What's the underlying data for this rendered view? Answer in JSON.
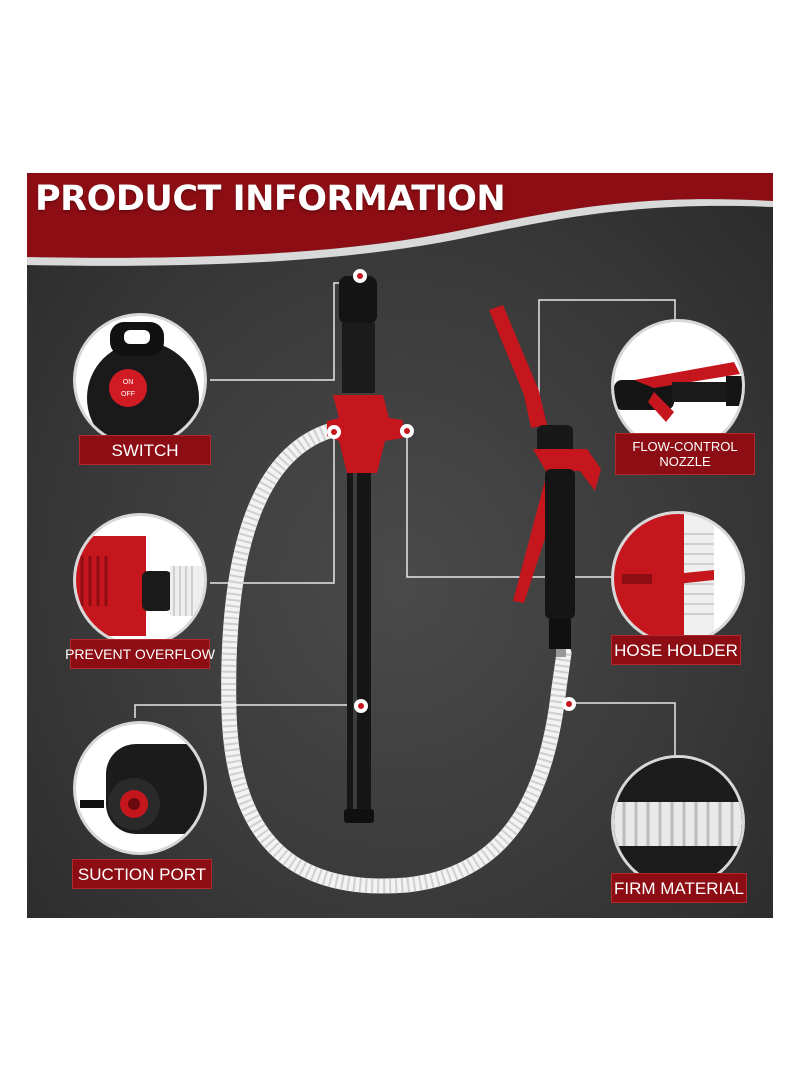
{
  "banner": {
    "title": "PRODUCT INFORMATION"
  },
  "features": {
    "switch": {
      "label": "SWITCH",
      "switch_on": "ON",
      "switch_off": "OFF"
    },
    "prevent_overflow": {
      "label": "PREVENT OVERFLOW"
    },
    "suction_port": {
      "label": "SUCTION PORT"
    },
    "flow_control": {
      "label_line1": "FLOW-CONTROL",
      "label_line2": "NOZZLE"
    },
    "hose_holder": {
      "label": "HOSE HOLDER"
    },
    "firm_material": {
      "label": "FIRM MATERIAL"
    }
  },
  "colors": {
    "brand_red": "#8c0e14",
    "accent_red": "#c5161d",
    "panel_dark": "#3a3a3a"
  }
}
